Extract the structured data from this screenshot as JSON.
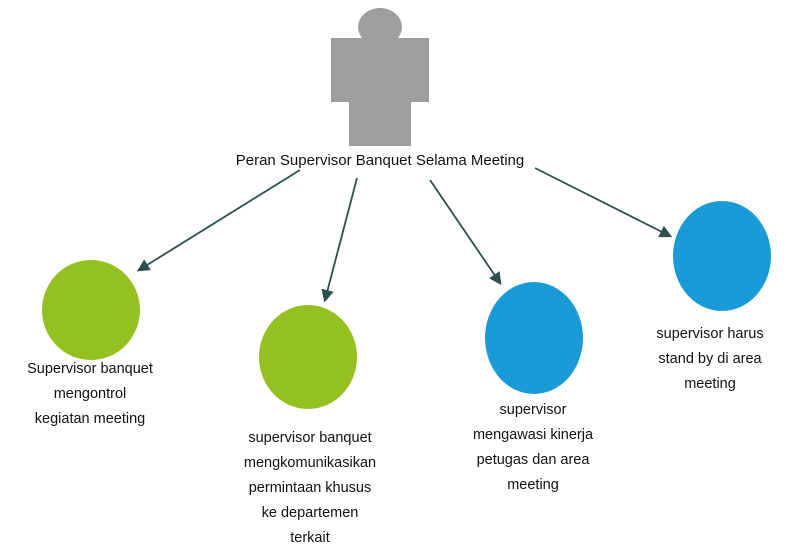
{
  "diagram": {
    "root": {
      "label": "Peran Supervisor Banquet Selama Meeting",
      "icon": "person-icon",
      "color": "#9e9e9e"
    },
    "nodes": [
      {
        "id": "node-1",
        "color": "#94c11f",
        "lines": [
          "Supervisor banquet",
          "mengontrol",
          "kegiatan meeting"
        ]
      },
      {
        "id": "node-2",
        "color": "#94c11f",
        "lines": [
          "supervisor banquet",
          "mengkomunikasikan",
          "permintaan khusus",
          "ke departemen",
          "terkait"
        ]
      },
      {
        "id": "node-3",
        "color": "#1a9bd7",
        "lines": [
          "supervisor",
          "mengawasi kinerja",
          "petugas dan area",
          "meeting"
        ]
      },
      {
        "id": "node-4",
        "color": "#1a9bd7",
        "lines": [
          "supervisor harus",
          "stand by di area",
          "meeting"
        ]
      }
    ],
    "arrow_color": "#2f4f4f"
  }
}
